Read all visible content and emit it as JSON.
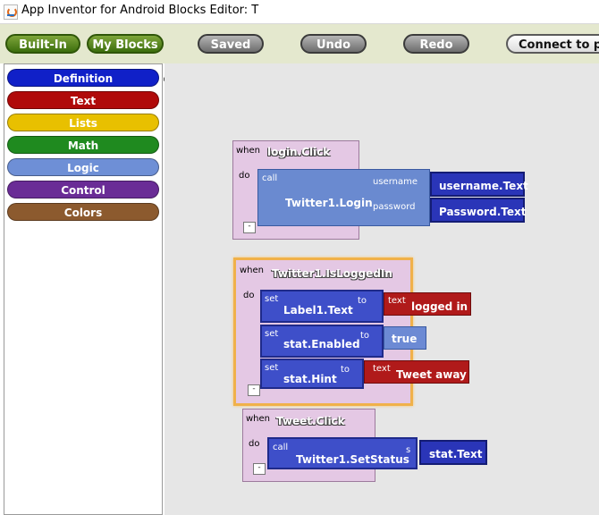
{
  "window": {
    "title": "App Inventor for Android Blocks Editor: T"
  },
  "toolbar": {
    "builtin": "Built-In",
    "myblocks": "My Blocks",
    "saved": "Saved",
    "undo": "Undo",
    "redo": "Redo",
    "connect": "Connect to phone"
  },
  "drawer": {
    "categories": [
      {
        "label": "Definition",
        "color": "#1020c8"
      },
      {
        "label": "Text",
        "color": "#b00a0a"
      },
      {
        "label": "Lists",
        "color": "#e8c000"
      },
      {
        "label": "Math",
        "color": "#1f8a1f"
      },
      {
        "label": "Logic",
        "color": "#6e8fd6"
      },
      {
        "label": "Control",
        "color": "#6a2c96"
      },
      {
        "label": "Colors",
        "color": "#8c5a2e"
      }
    ]
  },
  "workspace": {
    "block1": {
      "when": "when",
      "do": "do",
      "event": "login.Click",
      "call": "call",
      "method": "Twitter1.Login",
      "arg1": "username",
      "arg2": "password",
      "val1": "username.Text",
      "val2": "Password.Text"
    },
    "block2": {
      "when": "when",
      "do": "do",
      "event": "Twitter1.IsLoggedIn",
      "set": "set",
      "to": "to",
      "text": "text",
      "prop1": "Label1.Text",
      "val1": "logged in",
      "prop2": "stat.Enabled",
      "val2": "true",
      "prop3": "stat.Hint",
      "val3": "Tweet away"
    },
    "block3": {
      "when": "when",
      "do": "do",
      "event": "Tweet.Click",
      "call": "call",
      "method": "Twitter1.SetStatus",
      "arg": "s",
      "val": "stat.Text"
    },
    "collapse": "-"
  }
}
